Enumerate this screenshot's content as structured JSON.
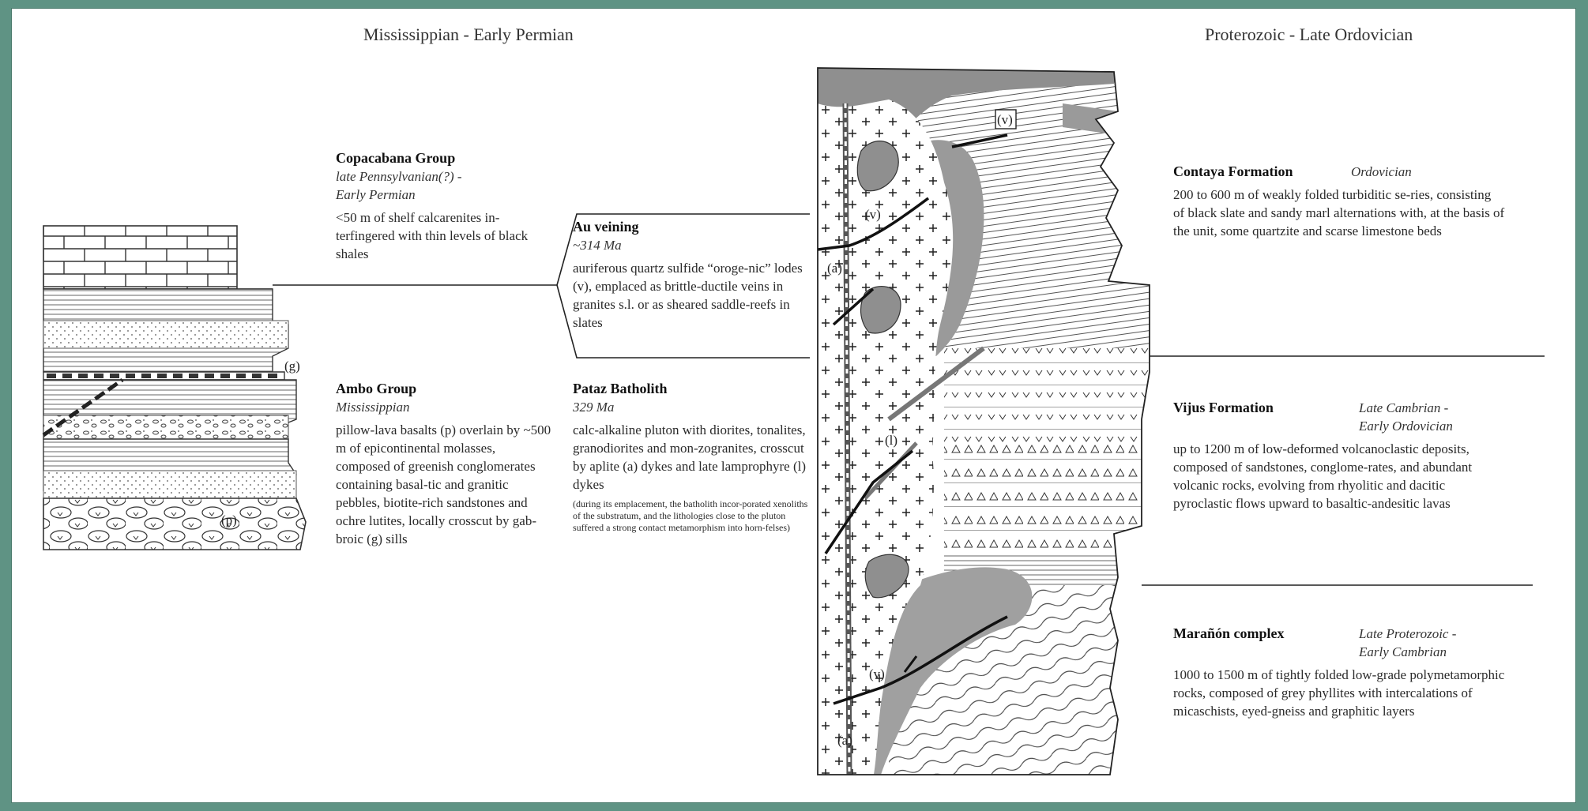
{
  "headers": {
    "left": "Mississippian - Early Permian",
    "right": "Proterozoic - Late Ordovician"
  },
  "copacabana": {
    "title": "Copacabana Group",
    "age_line1": "late Pennsylvanian(?) -",
    "age_line2": "Early Permian",
    "desc": "<50 m of shelf calcarenites in-terfingered with thin levels of black shales"
  },
  "ambo": {
    "title": "Ambo Group",
    "age": "Mississippian",
    "desc": "pillow-lava basalts (p) overlain by ~500 m of epicontinental molasses, composed of greenish conglomerates containing basal-tic and granitic pebbles, biotite-rich sandstones and ochre lutites, locally crosscut by gab-broic (g) sills"
  },
  "au_veining": {
    "title": "Au veining",
    "age": "~314 Ma",
    "desc": "auriferous quartz sulfide “oroge-nic” lodes (v), emplaced as brittle-ductile veins in granites s.l. or as sheared saddle-reefs in slates"
  },
  "pataz": {
    "title": "Pataz Batholith",
    "age": "329 Ma",
    "desc": "calc-alkaline pluton with diorites, tonalites, granodiorites and mon-zogranites, crosscut by aplite (a) dykes and late lamprophyre (l) dykes",
    "note": "(during its emplacement, the batholith incor-porated xenoliths of the substratum, and the lithologies close to the pluton suffered a strong contact metamorphism into horn-felses)"
  },
  "contaya": {
    "title": "Contaya Formation",
    "age": "Ordovician",
    "desc": "200 to 600 m of weakly folded turbiditic se-ries, consisting of black slate and sandy marl alternations with, at the basis of the unit, some quartzite and scarse limestone beds"
  },
  "vijus": {
    "title": "Vijus Formation",
    "age_line1": "Late Cambrian -",
    "age_line2": "Early Ordovician",
    "desc": "up to 1200 m of low-deformed volcanoclastic deposits, composed of sandstones, conglome-rates, and abundant volcanic rocks, evolving from rhyolitic and dacitic pyroclastic flows upward to basaltic-andesitic lavas"
  },
  "maranon": {
    "title": "Marañón complex",
    "age_line1": "Late Proterozoic -",
    "age_line2": "Early Cambrian",
    "desc": "1000 to 1500 m of tightly folded low-grade polymetamorphic rocks, composed of grey phyllites with intercalations of micaschists, eyed-gneiss and graphitic layers"
  },
  "column_labels": {
    "g": "(g)",
    "p": "(p)",
    "v_top": "(v)",
    "v_mid": "(v)",
    "v_low": "(v)",
    "a_top": "(a)",
    "a_low": "(a)",
    "l": "(l)"
  },
  "colors": {
    "background": "#5f9384",
    "slate_fill": "#8f8f8f",
    "line": "#222222"
  }
}
